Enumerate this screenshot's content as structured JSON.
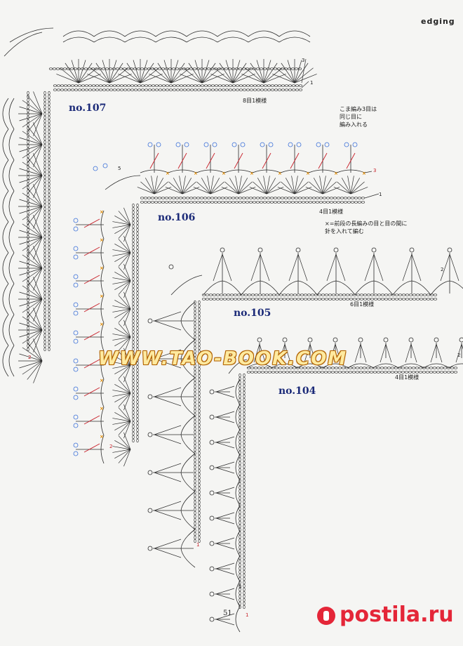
{
  "page": {
    "header": "edging",
    "page_number": "51",
    "watermark": "WWW.TAO-BOOK.COM",
    "brand": "postila.ru"
  },
  "patterns": [
    {
      "id": "no107",
      "label": "no.107",
      "repeat": "8目1模様",
      "row_marks": [
        "3",
        "1",
        "2"
      ]
    },
    {
      "id": "no106",
      "label": "no.106",
      "repeat": "4目1模様",
      "row_marks": [
        "3",
        "1",
        "5",
        "2"
      ]
    },
    {
      "id": "no105",
      "label": "no.105",
      "repeat": "6目1模様",
      "row_marks": [
        "2",
        "1"
      ]
    },
    {
      "id": "no104",
      "label": "no.104",
      "repeat": "4目1模様",
      "row_marks": [
        "2",
        "5",
        "1"
      ]
    }
  ],
  "notes": {
    "cluster_note": [
      "こま編み3目は",
      "同じ目に",
      "編み入れる"
    ],
    "x_note": [
      "×=前段の長編みの目と目の間に",
      "針を入れて編む"
    ]
  },
  "colors": {
    "ink": "#2b2b2b",
    "label": "#1b2a78",
    "accent_blue": "#3a6fd8",
    "accent_red": "#c8202a",
    "accent_orange": "#e08a00",
    "brand_red": "#e42638"
  }
}
